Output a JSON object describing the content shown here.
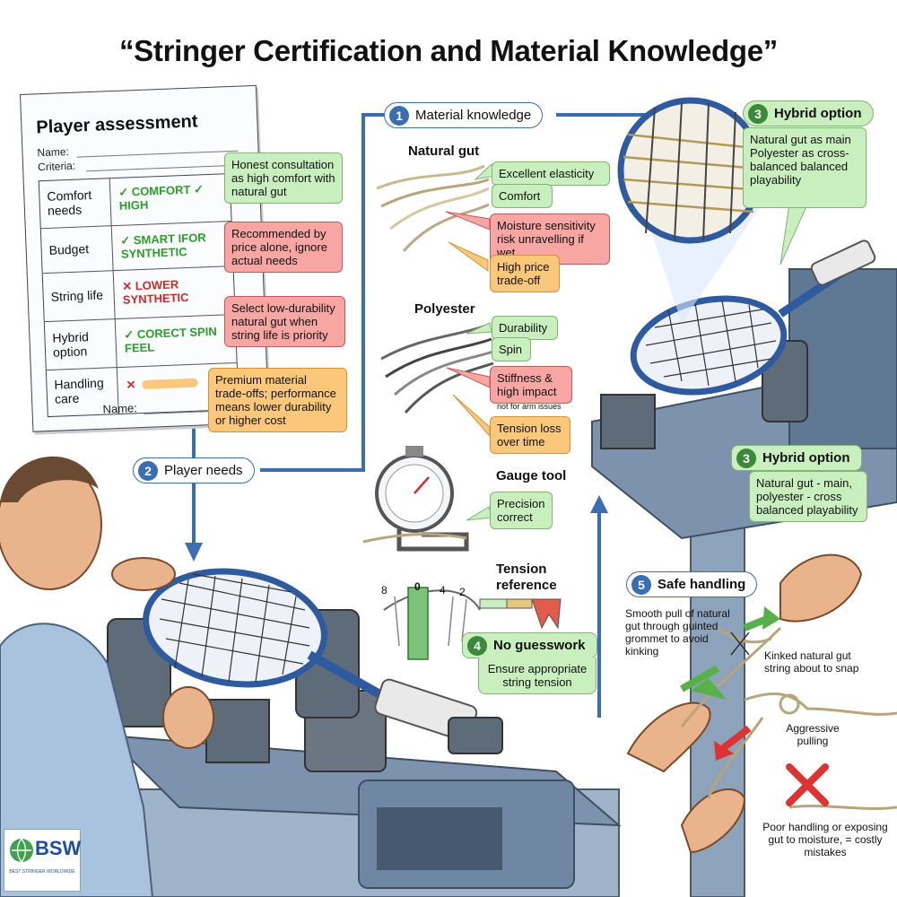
{
  "title": "“Stringer Certification and Material Knowledge”",
  "assessment": {
    "title": "Player assessment",
    "name_label": "Name:",
    "criteria_label": "Criteria:",
    "footer_name": "Name:",
    "rows": [
      {
        "label": "Comfort needs",
        "mark": "✓ COMFORT ✓ HIGH"
      },
      {
        "label": "Budget",
        "mark": "✓ SMART IFOR SYNTHETIC"
      },
      {
        "label": "String life",
        "mark": "✕ LOWER SYNTHETIC"
      },
      {
        "label": "Hybrid option",
        "mark": "✓ CORECT SPIN FEEL"
      },
      {
        "label": "Handling care",
        "mark": "✕"
      }
    ]
  },
  "assessment_callouts": {
    "honest": "Honest consultation as high comfort with natural gut",
    "recommended": "Recommended by price alone, ignore actual needs",
    "select": "Select low-durability natural gut when string life is priority",
    "premium": "Premium material trade-offs; performance means lower durability or higher cost"
  },
  "steps": {
    "s1": {
      "num": "1",
      "label": "Material knowledge"
    },
    "s2": {
      "num": "2",
      "label": "Player needs"
    },
    "s3": {
      "num": "3",
      "label": "Hybrid option"
    },
    "s3b": {
      "num": "3",
      "label": "Hybrid option"
    },
    "s4": {
      "num": "4",
      "label": "No guesswork"
    },
    "s5": {
      "num": "5",
      "label": "Safe handling"
    }
  },
  "natural_gut": {
    "heading": "Natural gut",
    "c1": "Excellent elasticity",
    "c2": "Comfort",
    "c3": "Moisture sensitivity risk unravelling if wet",
    "c4": "High price trade-off"
  },
  "polyester": {
    "heading": "Polyester",
    "c1": "Durability",
    "c2": "Spin",
    "c3": "Stiffness & high impact",
    "c3_note": "not for arm issues",
    "c4": "Tension loss over time"
  },
  "gauge": {
    "heading": "Gauge tool",
    "callout": "Precision correct"
  },
  "tension": {
    "heading": "Tension reference",
    "ticks": [
      "8",
      "0",
      "4",
      "2"
    ],
    "callout": "Ensure appropriate string tension"
  },
  "hybrid_top": "Natural gut as main Polyester as cross- balanced balanced playability",
  "hybrid_bottom": "Natural gut - main, polyester - cross balanced playability",
  "handling": {
    "smooth": "Smooth pull of natural gut through guinted grommet to avoid kinking",
    "kinked": "Kinked natural gut string about to snap",
    "aggressive": "Aggressive pulling",
    "poor": "Poor handling or exposing gut to moisture, = costly mistakes"
  },
  "logo": {
    "text": "BSW",
    "sub": "BEST STRINGER WORLDWIDE"
  },
  "colors": {
    "blue": "#3a6db2",
    "green_fill": "#c9efbf",
    "red_fill": "#f7a6a4",
    "orange_fill": "#fbc77a",
    "machine": "#7d93ad"
  }
}
